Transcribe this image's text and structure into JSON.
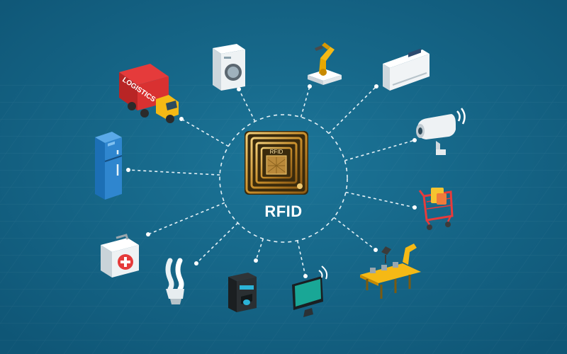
{
  "center": {
    "label": "RFID",
    "chip_label": "RFID"
  },
  "nodes": [
    {
      "icon": "washing-machine-icon"
    },
    {
      "icon": "robot-arm-icon"
    },
    {
      "icon": "air-conditioner-icon"
    },
    {
      "icon": "security-camera-icon"
    },
    {
      "icon": "shopping-cart-icon"
    },
    {
      "icon": "assembly-line-icon"
    },
    {
      "icon": "smart-tv-icon"
    },
    {
      "icon": "coffee-machine-icon"
    },
    {
      "icon": "light-bulb-icon"
    },
    {
      "icon": "first-aid-kit-icon"
    },
    {
      "icon": "refrigerator-icon"
    },
    {
      "icon": "logistics-truck-icon",
      "label": "LOGISTICS"
    }
  ],
  "colors": {
    "background": "#16688a",
    "background_dark": "#0f5676",
    "connector": "#e6f2f7",
    "chip_gold": "#d9a441"
  }
}
